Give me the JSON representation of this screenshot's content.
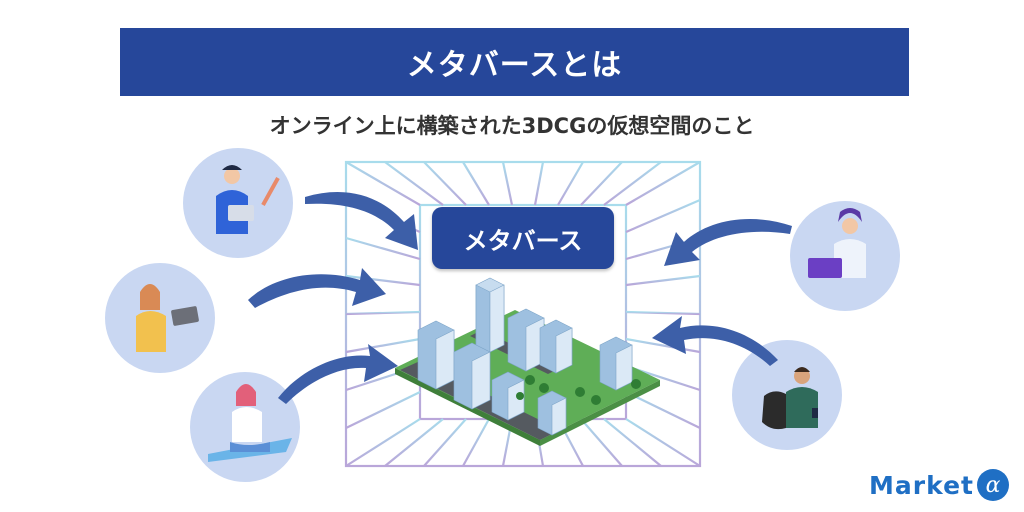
{
  "header": {
    "title": "メタバースとは"
  },
  "subtitle": "オンライン上に構築された3DCGの仮想空間のこと",
  "center": {
    "label": "メタバース"
  },
  "brand": {
    "name": "Market",
    "mark": "α"
  },
  "colors": {
    "primary": "#26479a",
    "arrow": "#3d5fa8",
    "circle": "#c9d7f2",
    "grid": "#9fd6e8",
    "grid_bottom": "#b8a7d8",
    "logo": "#1f6fc4"
  },
  "people": [
    {
      "icon": "person-laptop-icon",
      "side": "left"
    },
    {
      "icon": "person-tablet-icon",
      "side": "left"
    },
    {
      "icon": "person-laptop-sitting-icon",
      "side": "left"
    },
    {
      "icon": "person-laptop-icon",
      "side": "right"
    },
    {
      "icon": "person-phone-icon",
      "side": "right"
    }
  ]
}
